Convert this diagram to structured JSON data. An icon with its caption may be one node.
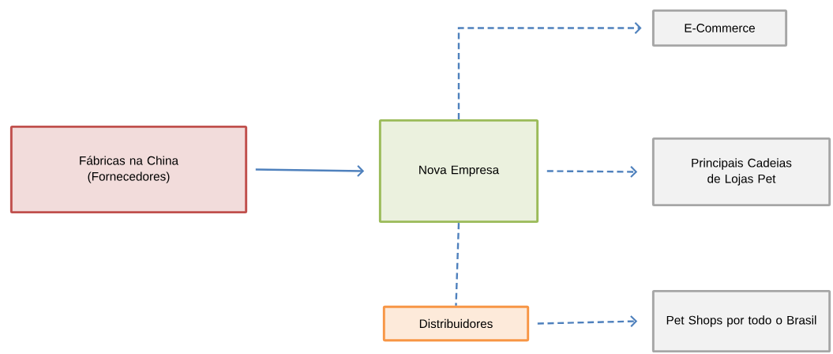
{
  "diagram": {
    "nodes": [
      {
        "text": [
          "Fábricas na China (Fornecedores)"
        ]
      },
      {
        "text": [
          "Nova Empresa"
        ]
      },
      {
        "text": [
          "E-Commerce"
        ]
      },
      {
        "text": [
          "Principais Cadeias de Lojas Pet"
        ]
      },
      {
        "text": [
          "Distribuidores"
        ]
      },
      {
        "text": [
          "Pet Shops por todo o Brasil"
        ]
      }
    ],
    "edges": [
      {
        "from": 0,
        "to": 1,
        "arrow": "to"
      },
      {
        "from": 1,
        "to": 2,
        "arrow": "to",
        "style": "dashed"
      },
      {
        "from": 1,
        "to": 3,
        "arrow": "to",
        "style": "dashed"
      },
      {
        "from": 1,
        "to": 4,
        "arrow": "none",
        "style": "dashed"
      },
      {
        "from": 4,
        "to": 5,
        "arrow": "to",
        "style": "dashed"
      }
    ]
  }
}
